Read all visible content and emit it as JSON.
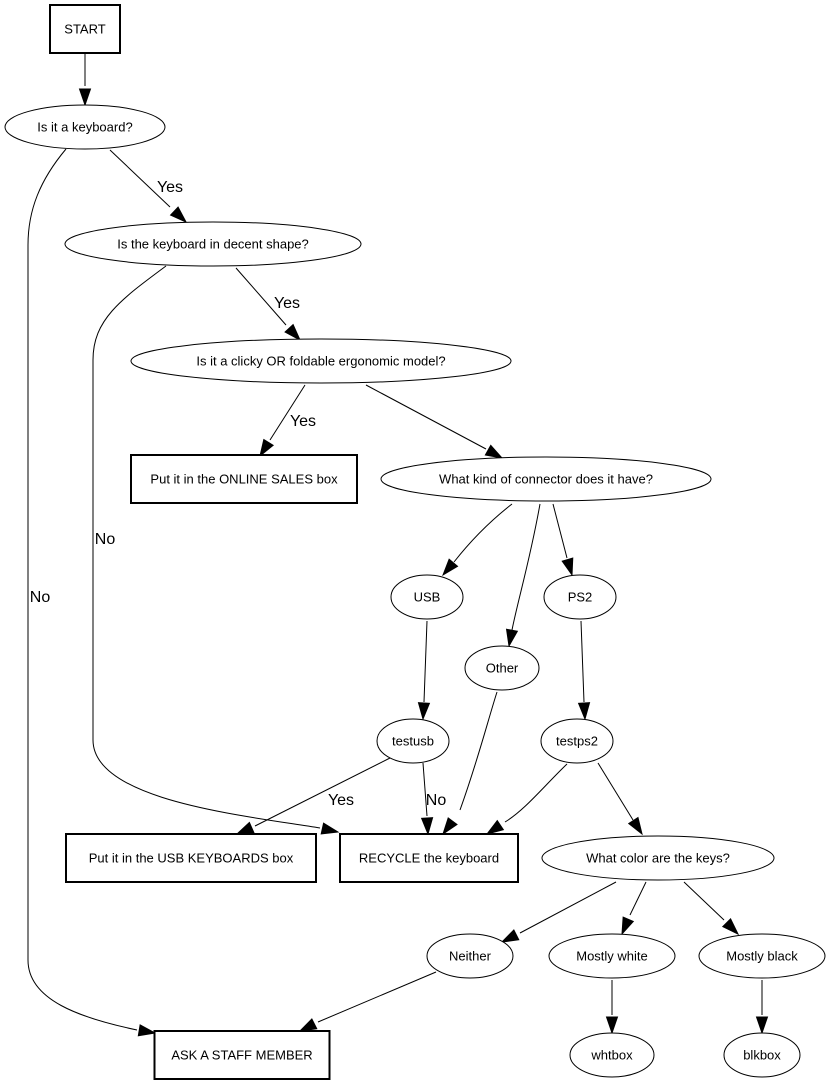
{
  "nodes": [
    {
      "id": "start",
      "shape": "box",
      "label": "START"
    },
    {
      "id": "is_keyboard",
      "shape": "ellipse",
      "label": "Is it a keyboard?"
    },
    {
      "id": "decent_shape",
      "shape": "ellipse",
      "label": "Is the keyboard in decent shape?"
    },
    {
      "id": "clicky",
      "shape": "ellipse",
      "label": "Is it a clicky OR foldable ergonomic model?"
    },
    {
      "id": "online_sales",
      "shape": "box",
      "label": "Put it in the ONLINE SALES box"
    },
    {
      "id": "connector",
      "shape": "ellipse",
      "label": "What kind of connector does it have?"
    },
    {
      "id": "usb",
      "shape": "ellipse",
      "label": "USB"
    },
    {
      "id": "ps2",
      "shape": "ellipse",
      "label": "PS2"
    },
    {
      "id": "other",
      "shape": "ellipse",
      "label": "Other"
    },
    {
      "id": "testusb",
      "shape": "ellipse",
      "label": "testusb"
    },
    {
      "id": "testps2",
      "shape": "ellipse",
      "label": "testps2"
    },
    {
      "id": "usb_box",
      "shape": "box",
      "label": "Put it in the USB KEYBOARDS box"
    },
    {
      "id": "recycle",
      "shape": "box",
      "label": "RECYCLE the keyboard"
    },
    {
      "id": "key_color",
      "shape": "ellipse",
      "label": "What color are the keys?"
    },
    {
      "id": "neither",
      "shape": "ellipse",
      "label": "Neither"
    },
    {
      "id": "mostly_white",
      "shape": "ellipse",
      "label": "Mostly white"
    },
    {
      "id": "mostly_black",
      "shape": "ellipse",
      "label": "Mostly black"
    },
    {
      "id": "staff",
      "shape": "box",
      "label": "ASK A STAFF MEMBER"
    },
    {
      "id": "whtbox",
      "shape": "ellipse",
      "label": "whtbox"
    },
    {
      "id": "blkbox",
      "shape": "ellipse",
      "label": "blkbox"
    }
  ],
  "edges": [
    {
      "from": "start",
      "to": "is_keyboard",
      "label": ""
    },
    {
      "from": "is_keyboard",
      "to": "decent_shape",
      "label": "Yes"
    },
    {
      "from": "is_keyboard",
      "to": "staff",
      "label": "No"
    },
    {
      "from": "decent_shape",
      "to": "clicky",
      "label": "Yes"
    },
    {
      "from": "decent_shape",
      "to": "recycle",
      "label": "No"
    },
    {
      "from": "clicky",
      "to": "online_sales",
      "label": "Yes"
    },
    {
      "from": "clicky",
      "to": "connector",
      "label": ""
    },
    {
      "from": "connector",
      "to": "usb",
      "label": ""
    },
    {
      "from": "connector",
      "to": "other",
      "label": ""
    },
    {
      "from": "connector",
      "to": "ps2",
      "label": ""
    },
    {
      "from": "usb",
      "to": "testusb",
      "label": ""
    },
    {
      "from": "ps2",
      "to": "testps2",
      "label": ""
    },
    {
      "from": "other",
      "to": "recycle",
      "label": ""
    },
    {
      "from": "testusb",
      "to": "usb_box",
      "label": "Yes"
    },
    {
      "from": "testusb",
      "to": "recycle",
      "label": "No"
    },
    {
      "from": "testps2",
      "to": "recycle",
      "label": ""
    },
    {
      "from": "testps2",
      "to": "key_color",
      "label": ""
    },
    {
      "from": "key_color",
      "to": "neither",
      "label": ""
    },
    {
      "from": "key_color",
      "to": "mostly_white",
      "label": ""
    },
    {
      "from": "key_color",
      "to": "mostly_black",
      "label": ""
    },
    {
      "from": "neither",
      "to": "staff",
      "label": ""
    },
    {
      "from": "mostly_white",
      "to": "whtbox",
      "label": ""
    },
    {
      "from": "mostly_black",
      "to": "blkbox",
      "label": ""
    }
  ]
}
